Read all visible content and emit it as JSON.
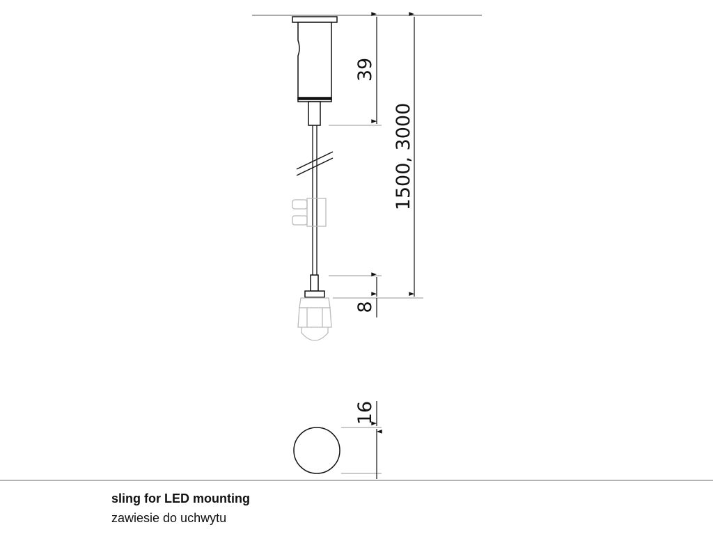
{
  "dimensions": {
    "holder_height": "39",
    "cable_length": "1500, 3000",
    "end_fitting": "8",
    "diameter": "16"
  },
  "caption": {
    "title": "sling for LED mounting",
    "subtitle": "zawiesie do uchwytu"
  },
  "colors": {
    "line": "#111111",
    "ghost": "#bbbbbb",
    "thin": "#999999"
  }
}
